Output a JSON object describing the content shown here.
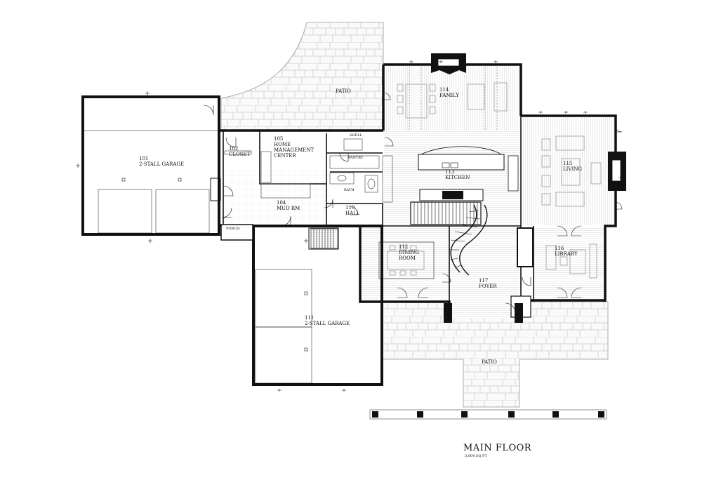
{
  "plan": {
    "title": "MAIN FLOOR",
    "area": "3,804 SQ FT"
  },
  "rooms": {
    "garage101": {
      "number": "101",
      "name": "2-STALL GARAGE"
    },
    "closet102": {
      "number": "102",
      "name": "CLOSET"
    },
    "hmc105": {
      "number": "105",
      "name": "HOME MANAGEMENT CENTER"
    },
    "mudroom104": {
      "number": "104",
      "name": "MUD RM"
    },
    "porch": {
      "name": "PORCH"
    },
    "hall110": {
      "number": "110",
      "name": "HALL"
    },
    "bath": {
      "name": "BATH"
    },
    "pantry": {
      "name": "PANTRY"
    },
    "shell": {
      "name": "SHELL"
    },
    "kitchen113": {
      "number": "113",
      "name": "KITCHEN"
    },
    "family114": {
      "number": "114",
      "name": "FAMILY"
    },
    "living115": {
      "number": "115",
      "name": "LIVING"
    },
    "library116": {
      "number": "116",
      "name": "LIBRARY"
    },
    "dining112": {
      "number": "112",
      "name": "DINING ROOM"
    },
    "foyer117": {
      "number": "117",
      "name": "FOYER"
    },
    "garage111": {
      "number": "111",
      "name": "2-STALL GARAGE"
    },
    "patioTop": {
      "name": "PATIO"
    },
    "patioBottom": {
      "name": "PATIO"
    }
  },
  "colors": {
    "wall": "#111111",
    "paving": "#c9c9c9",
    "floor_lines": "#d4d4d4",
    "background": "#ffffff"
  }
}
